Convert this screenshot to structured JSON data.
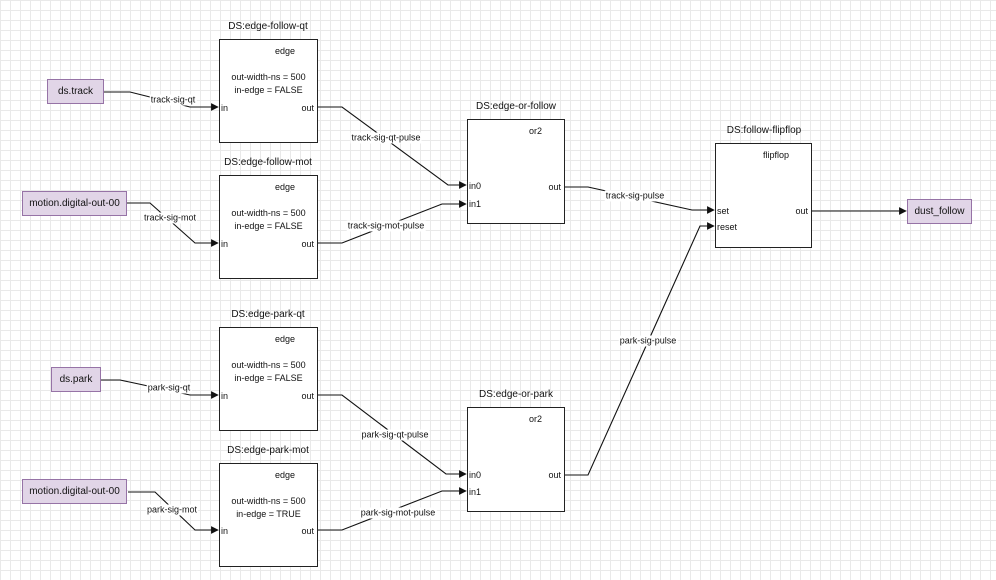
{
  "inputs": {
    "ds_track": "ds.track",
    "motion_1": "motion.digital-out-00",
    "ds_park": "ds.park",
    "motion_2": "motion.digital-out-00"
  },
  "output": {
    "dust_follow": "dust_follow"
  },
  "blocks": {
    "edge_follow_qt": {
      "title": "DS:edge-follow-qt",
      "type": "edge",
      "param1": "out-width-ns = 500",
      "param2": "in-edge = FALSE",
      "pin_in": "in",
      "pin_out": "out"
    },
    "edge_follow_mot": {
      "title": "DS:edge-follow-mot",
      "type": "edge",
      "param1": "out-width-ns = 500",
      "param2": "in-edge = FALSE",
      "pin_in": "in",
      "pin_out": "out"
    },
    "edge_park_qt": {
      "title": "DS:edge-park-qt",
      "type": "edge",
      "param1": "out-width-ns = 500",
      "param2": "in-edge = FALSE",
      "pin_in": "in",
      "pin_out": "out"
    },
    "edge_park_mot": {
      "title": "DS:edge-park-mot",
      "type": "edge",
      "param1": "out-width-ns = 500",
      "param2": "in-edge = TRUE",
      "pin_in": "in",
      "pin_out": "out"
    },
    "edge_or_follow": {
      "title": "DS:edge-or-follow",
      "type": "or2",
      "pin_in0": "in0",
      "pin_in1": "in1",
      "pin_out": "out"
    },
    "edge_or_park": {
      "title": "DS:edge-or-park",
      "type": "or2",
      "pin_in0": "in0",
      "pin_in1": "in1",
      "pin_out": "out"
    },
    "follow_flipflop": {
      "title": "DS:follow-flipflop",
      "type": "flipflop",
      "pin_set": "set",
      "pin_reset": "reset",
      "pin_out": "out"
    }
  },
  "signals": {
    "track_sig_qt": "track-sig-qt",
    "track_sig_mot": "track-sig-mot",
    "park_sig_qt": "park-sig-qt",
    "park_sig_mot": "park-sig-mot",
    "track_sig_qt_pulse": "track-sig-qt-pulse",
    "track_sig_mot_pulse": "track-sig-mot-pulse",
    "park_sig_qt_pulse": "park-sig-qt-pulse",
    "park_sig_mot_pulse": "park-sig-mot-pulse",
    "track_sig_pulse": "track-sig-pulse",
    "park_sig_pulse": "park-sig-pulse"
  },
  "colors": {
    "io_fill": "#e1d5e7",
    "io_border": "#9673a6",
    "grid": "#e9e9e9",
    "wire": "#111111"
  }
}
